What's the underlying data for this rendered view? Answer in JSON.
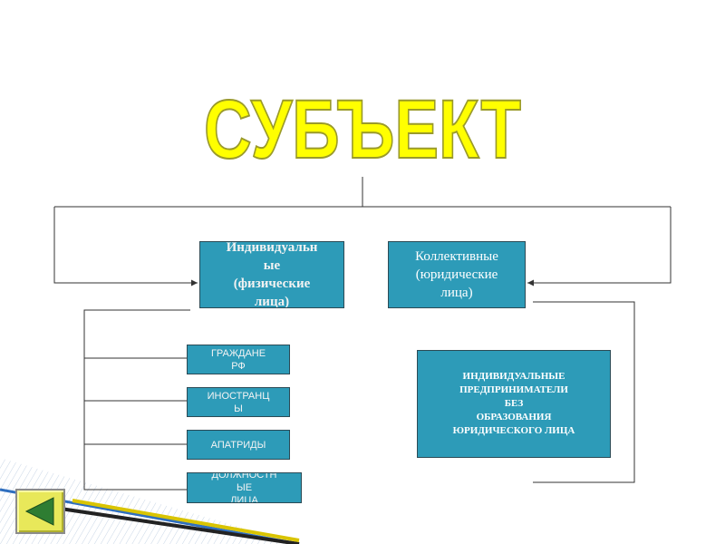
{
  "title": "СУБЪЕКТ",
  "boxes": {
    "individual": "Индивидуальн\nые\n(физические\nлица)",
    "collective": "Коллективные\n(юридические\nлица)",
    "citizens": "ГРАЖДАНЕ\nРФ",
    "foreigners": "ИНОСТРАНЦ\nЫ",
    "stateless": "АПАТРИДЫ",
    "officials": "ДОЛЖНОСТН\nЫЕ\nЛИЦА",
    "entrepreneurs": "ИНДИВИДУАЛЬНЫЕ\nПРЕДПРИНИМАТЕЛИ\nБЕЗ\nОБРАЗОВАНИЯ\nЮРИДИЧЕСКОГО ЛИЦА"
  },
  "navigation": {
    "back_icon": "triangle-left-icon"
  },
  "colors": {
    "title_fill": "#ffff00",
    "title_stroke": "#9a9a2a",
    "box_fill": "#2d9bb8",
    "line": "#333333"
  }
}
